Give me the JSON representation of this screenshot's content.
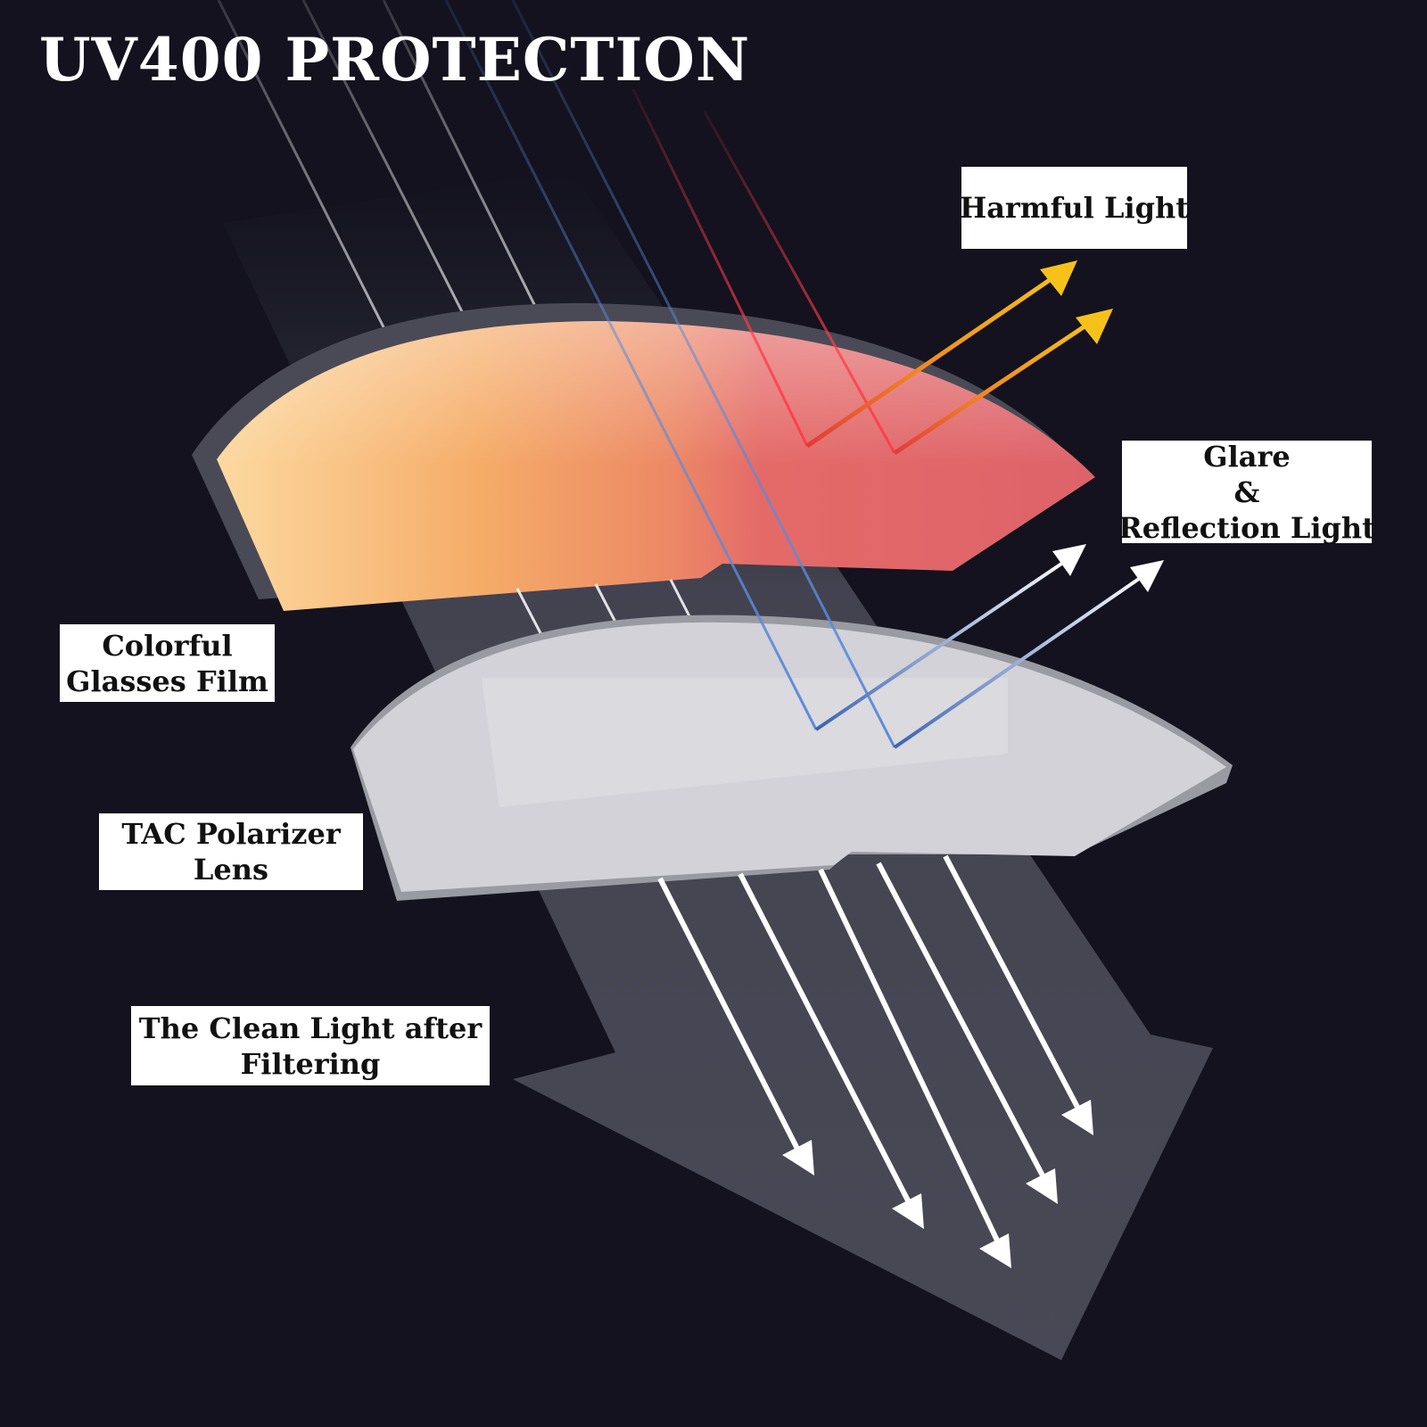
{
  "title": "UV400 PROTECTION",
  "labels": {
    "harmful": [
      "Harmful Light"
    ],
    "glare": [
      "Glare",
      "&",
      "Reflection Light"
    ],
    "film": [
      "Colorful",
      "Glasses Film"
    ],
    "lens": [
      "TAC Polarizer",
      "Lens"
    ],
    "clean": [
      "The Clean Light after",
      "Filtering"
    ]
  },
  "colors": {
    "background": "#13121e",
    "harmful_arrow": "#f5b21c",
    "harmful_ray": "#e0303c",
    "glare_ray": "#4a78c0",
    "film_warm": "#f6b56a",
    "film_red": "#e06068",
    "lens": "#cfcfd4"
  }
}
